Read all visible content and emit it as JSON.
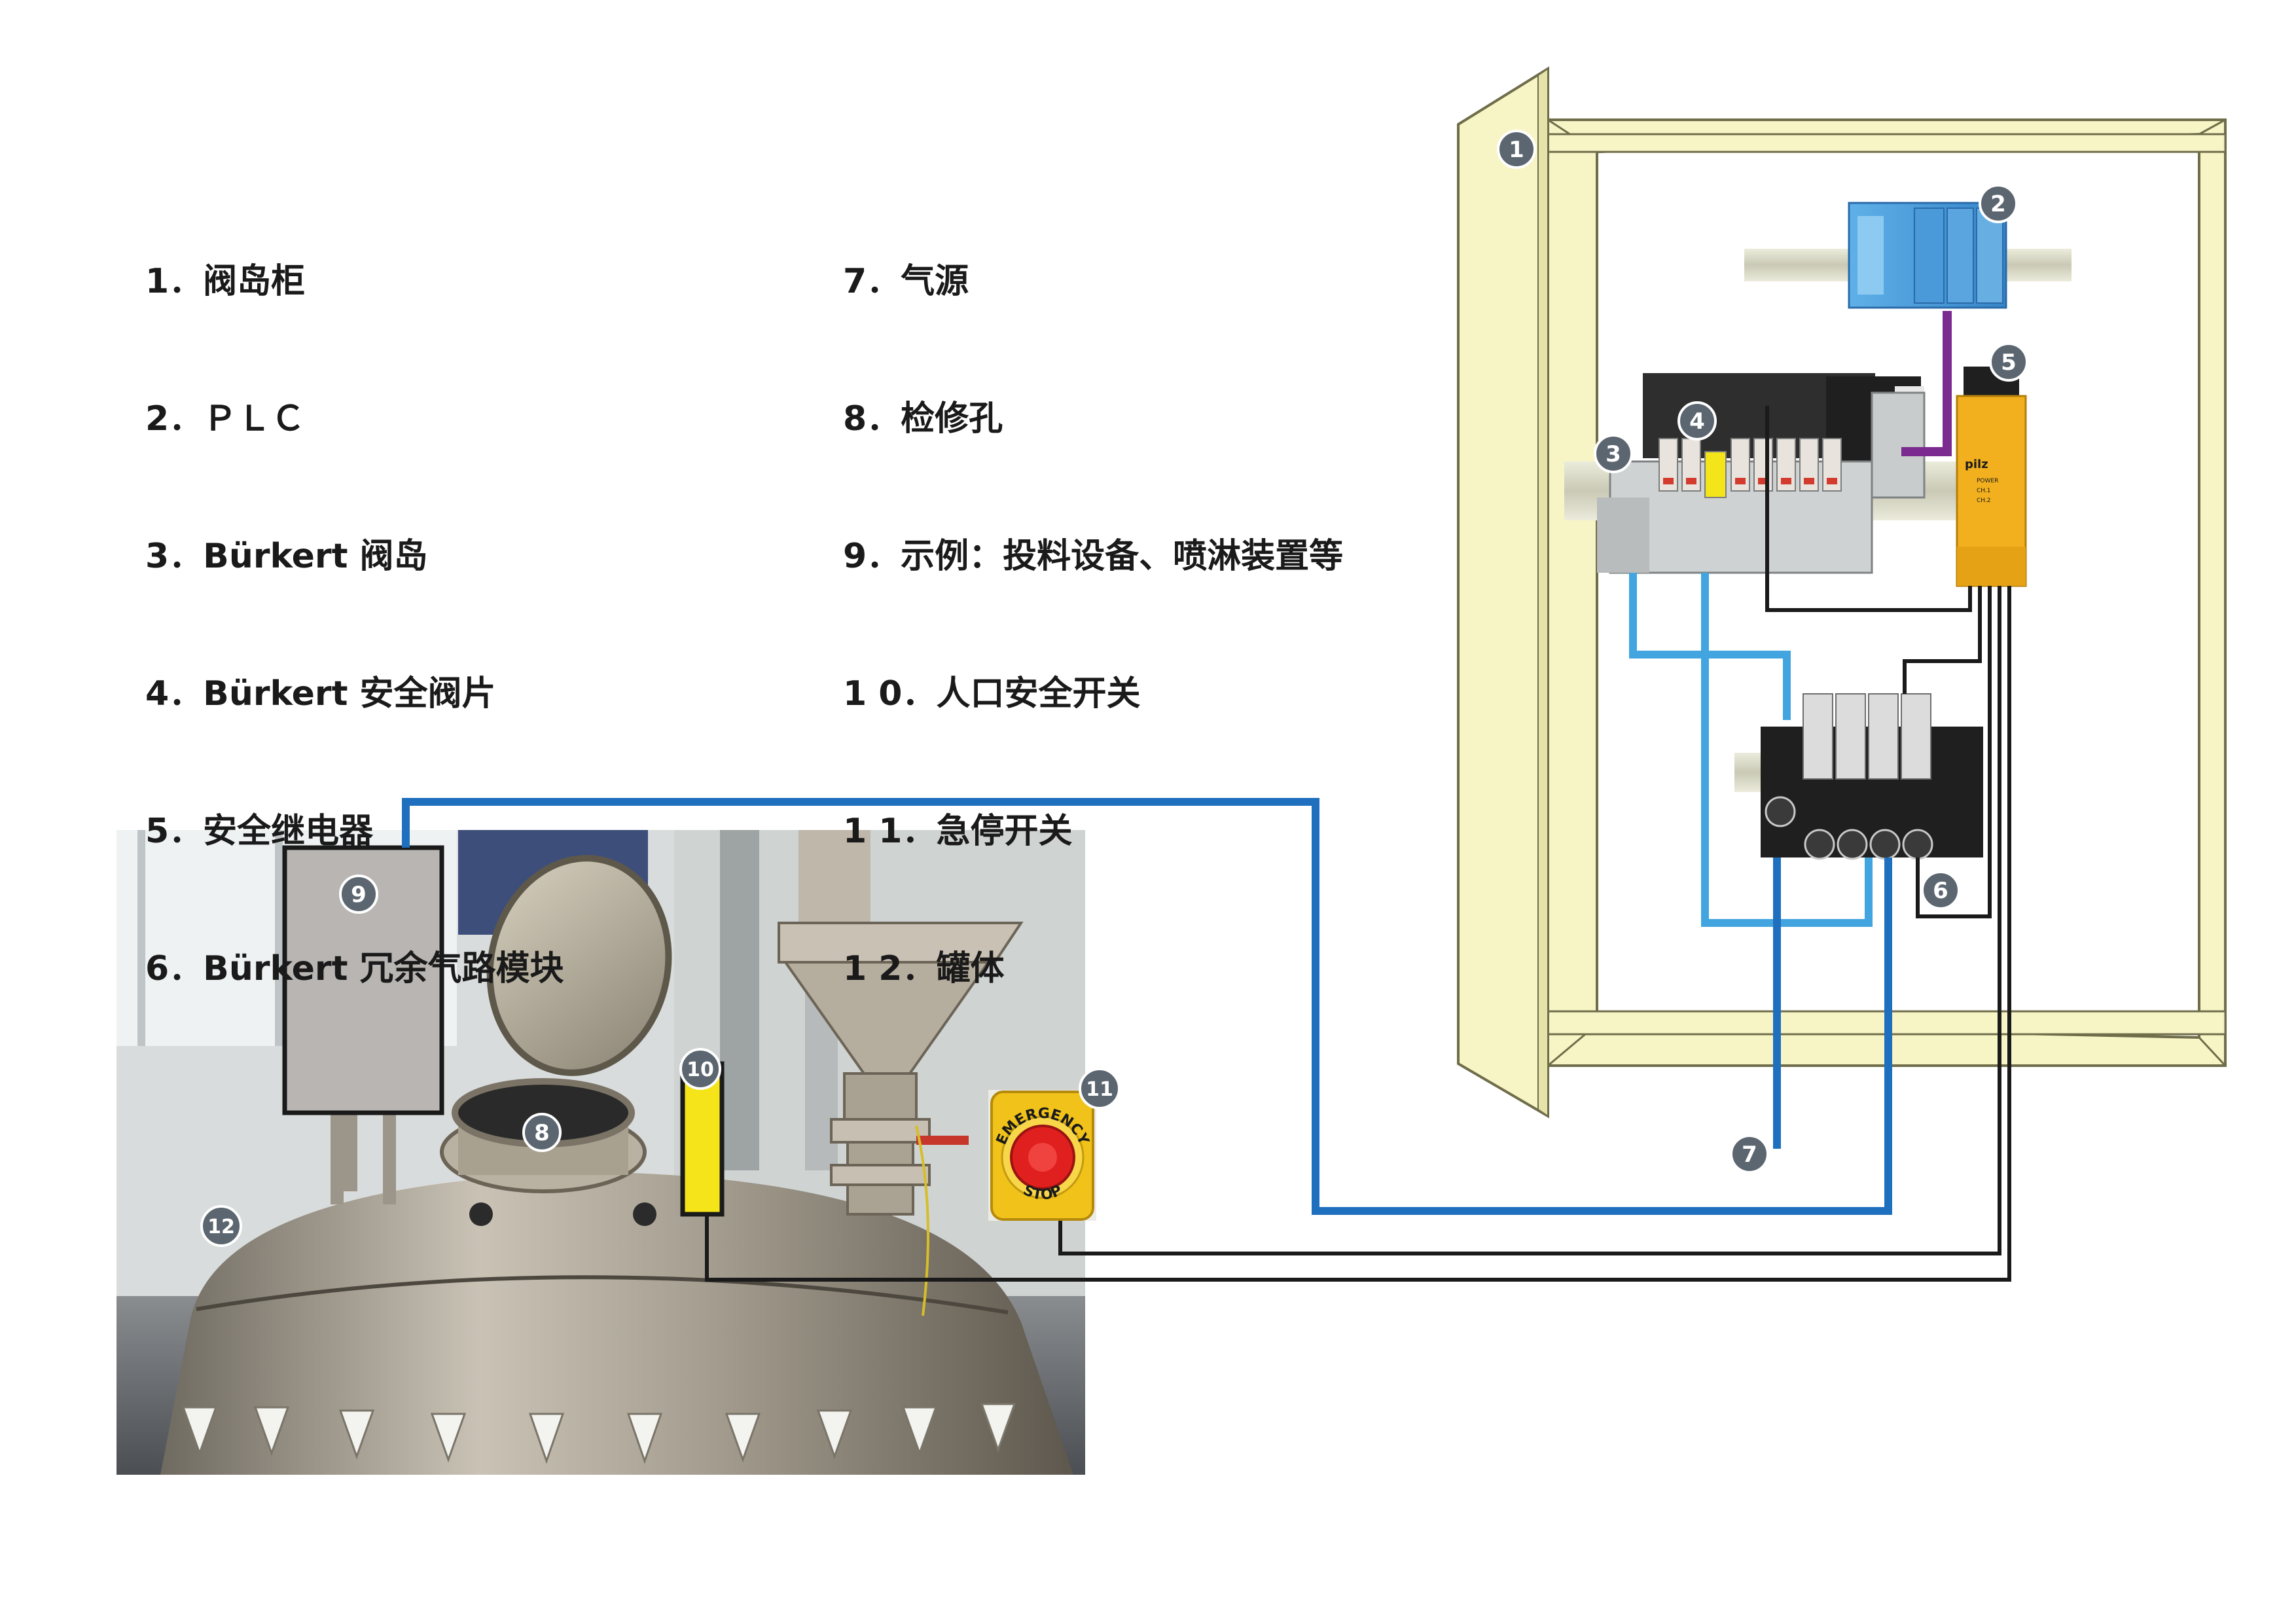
{
  "legend_left": [
    "1．阀岛柜",
    "2．ＰＬＣ",
    "3．Bürkert 阀岛",
    "4．Bürkert 安全阀片",
    "5．安全继电器",
    "6．Bürkert 冗余气路模块"
  ],
  "legend_right": [
    "7．气源",
    "8．检修孔",
    "9．示例：投料设备、喷淋装置等",
    "1 0．人口安全开关",
    "1 1．急停开关",
    "1 2．罐体"
  ],
  "markers": [
    "1",
    "2",
    "3",
    "4",
    "5",
    "6",
    "7",
    "8",
    "9",
    "10",
    "11",
    "12"
  ],
  "relay_texts": [
    "pilz",
    "POWER",
    "CH.1",
    "CH.2"
  ],
  "estop_texts": [
    "EMERGENCY",
    "STOP"
  ],
  "colors": {
    "cabinet": "#f7f5c6",
    "cabinet_stroke": "#6f6d4a",
    "air_dark": "#1f6fbf",
    "air_light": "#42a5df",
    "signal": "#1a1a1a",
    "profibus": "#7b2a8f",
    "relay": "#f2b01e",
    "switch_yellow": "#f5e41a",
    "estop_yellow": "#f0c21a",
    "estop_red": "#e0201e",
    "marker": "#5c6670"
  }
}
